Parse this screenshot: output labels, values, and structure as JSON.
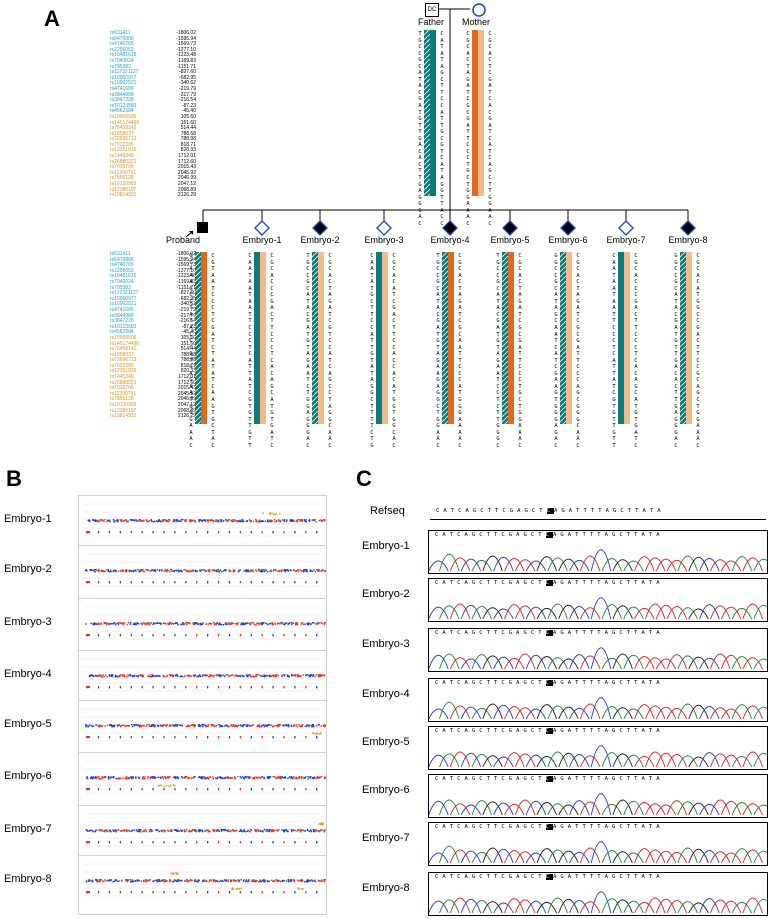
{
  "panels": {
    "a": "A",
    "b": "B",
    "c": "C"
  },
  "pedigree": {
    "father_label": "Father",
    "mother_label": "Mother",
    "father_symbol": "DC",
    "proband_label": "Proband",
    "embryos": [
      {
        "label": "Embryo-1",
        "status": "open"
      },
      {
        "label": "Embryo-2",
        "status": "filled"
      },
      {
        "label": "Embryo-3",
        "status": "open"
      },
      {
        "label": "Embryo-4",
        "status": "filled"
      },
      {
        "label": "Embryo-5",
        "status": "filled"
      },
      {
        "label": "Embryo-6",
        "status": "filled"
      },
      {
        "label": "Embryo-7",
        "status": "open"
      },
      {
        "label": "Embryo-8",
        "status": "filled"
      }
    ]
  },
  "snps": [
    {
      "id": "rs631411",
      "value": "-1806.02",
      "group": "upstream"
    },
    {
      "id": "rs6476806",
      "value": "-1595.94",
      "group": "upstream"
    },
    {
      "id": "rs4740765",
      "value": "-1569.73",
      "group": "upstream"
    },
    {
      "id": "rs2296052",
      "value": "-1277.10",
      "group": "upstream"
    },
    {
      "id": "rs10481615",
      "value": "-1223.48",
      "group": "upstream"
    },
    {
      "id": "rs7040024",
      "value": "-1169.83",
      "group": "upstream"
    },
    {
      "id": "rs795383",
      "value": "-1151.71",
      "group": "upstream"
    },
    {
      "id": "rs117321127",
      "value": "-827.60",
      "group": "upstream"
    },
    {
      "id": "rs10960977",
      "value": "-682.95",
      "group": "upstream"
    },
    {
      "id": "rs10962521",
      "value": "-340.62",
      "group": "upstream"
    },
    {
      "id": "rs4741606",
      "value": "-219.79",
      "group": "upstream"
    },
    {
      "id": "rs3844968",
      "value": "-217.79",
      "group": "upstream"
    },
    {
      "id": "rs3847228",
      "value": "-216.54",
      "group": "upstream"
    },
    {
      "id": "rs10123583",
      "value": "-87.23",
      "group": "upstream"
    },
    {
      "id": "rs4562384",
      "value": "-45.40",
      "group": "upstream"
    },
    {
      "id": "rs10969506",
      "value": "105.60",
      "group": "downstream"
    },
    {
      "id": "rs145174490",
      "value": "151.60",
      "group": "downstream"
    },
    {
      "id": "rs76458142",
      "value": "514.44",
      "group": "downstream"
    },
    {
      "id": "rs1858037",
      "value": "788.68",
      "group": "downstream"
    },
    {
      "id": "rs72696713",
      "value": "788.98",
      "group": "downstream"
    },
    {
      "id": "rs7032385",
      "value": "818.71",
      "group": "downstream"
    },
    {
      "id": "rs12351816",
      "value": "820.33",
      "group": "downstream"
    },
    {
      "id": "rs1445349",
      "value": "1712.01",
      "group": "downstream"
    },
    {
      "id": "rs26880221",
      "value": "1712.60",
      "group": "downstream"
    },
    {
      "id": "rs7030766",
      "value": "2015.43",
      "group": "downstream"
    },
    {
      "id": "rs11399791",
      "value": "2045.92",
      "group": "downstream"
    },
    {
      "id": "rs7856128",
      "value": "2046.99",
      "group": "downstream"
    },
    {
      "id": "rs10120959",
      "value": "2047.12",
      "group": "downstream"
    },
    {
      "id": "rs12380197",
      "value": "2068.89",
      "group": "downstream"
    },
    {
      "id": "rs10814931",
      "value": "2126.29",
      "group": "downstream"
    }
  ],
  "haplotype_colors": {
    "paternal_1": "#0e7b7b",
    "paternal_2": "#0e7b7b",
    "maternal_1": "#e0691f",
    "maternal_2": "#f4b98a",
    "snp_upstream": "#2a9fc9",
    "snp_downstream": "#d4942a"
  },
  "alleles": {
    "father_1": "TGCCGCATACGATGTTGACACTTGAGGGAC",
    "father_2": "CATATAGCTTCCATTGCGTCATAGGTTACC",
    "mother_1": "CGCACTAGATCGCGATTCCCTGCTGGAAAC",
    "mother_2": "CGCACTCGATCACGATCATCAGCTTGGAAC",
    "proband_1": "GCAAAGCCTATACCCGTGAGAATGGGAAAC",
    "proband_2": "CGTAATCCCTCGATCTATATCAAGTGCTAC",
    "embryo_1a": "CAATAATAATTCCCTCATTATCGTGTTGTT",
    "embryo_1b": "CGCACCCGACTTCCCTCACAGCATGTGATC",
    "embryo_2a": "TGCCGCATACGATGTAGAATCTGGAGGGAC",
    "embryo_2b": "CGCACTAGATCGTCCATCAGCCTAGGCAAC",
    "embryo_3a": "CAATATGCTTCCATTGTATAGGCTTTTCTG",
    "embryo_3b": "CGCACATCGACTTCCACCACATGGTGGCAC",
    "embryo_4a": "TGCCGCATACGATGTAGAAGAGGCTGGAAC",
    "embryo_4b": "CGCACTAGATCGCAATTCCCATGGGAAAAC",
    "embryo_5a": "TGCCGCATACGATGTAGAATCCTCTTGGGC",
    "embryo_5b": "CGCACTAGATCGCGATTCCCTGCTGGAAAC",
    "embryo_6a": "GGCCGCATAGCAATCATCGAAGTGGGAGAC",
    "embryo_6b": "CGCACTAGATCGCGATTCCCAGCGGGCAAC",
    "embryo_7a": "CAATAATAATTCCCTCATTATCGTGTTGTT",
    "embryo_7b": "CGCACCCGACTTCCCTCACAGCATGTGATC",
    "embryo_8a": "GGCCGCATACGATGTTGACACTTGAGGGAC",
    "embryo_8b": "CGCACATGGCCGACTTCCGCAGCTGGAAAC"
  },
  "cnv": {
    "embryos": [
      {
        "label": "Embryo-1"
      },
      {
        "label": "Embryo-2"
      },
      {
        "label": "Embryo-3"
      },
      {
        "label": "Embryo-4"
      },
      {
        "label": "Embryo-5"
      },
      {
        "label": "Embryo-6"
      },
      {
        "label": "Embryo-7"
      },
      {
        "label": "Embryo-8"
      }
    ],
    "point_colors": {
      "a": "#1f3fd6",
      "b": "#e0332b",
      "abnormal": "#d9a21b"
    }
  },
  "sanger": {
    "refseq_label": "Refseq",
    "ref_sequence": "CATCAGCTTCGAGCTCAGATTTTAGCTTATA",
    "highlight_index": 15,
    "embryos": [
      {
        "label": "Embryo-1"
      },
      {
        "label": "Embryo-2"
      },
      {
        "label": "Embryo-3"
      },
      {
        "label": "Embryo-4"
      },
      {
        "label": "Embryo-5"
      },
      {
        "label": "Embryo-6"
      },
      {
        "label": "Embryo-7"
      },
      {
        "label": "Embryo-8"
      }
    ],
    "trace_colors": {
      "A": "#1f8a3a",
      "C": "#2a3fc4",
      "G": "#222222",
      "T": "#d42a2a"
    }
  }
}
